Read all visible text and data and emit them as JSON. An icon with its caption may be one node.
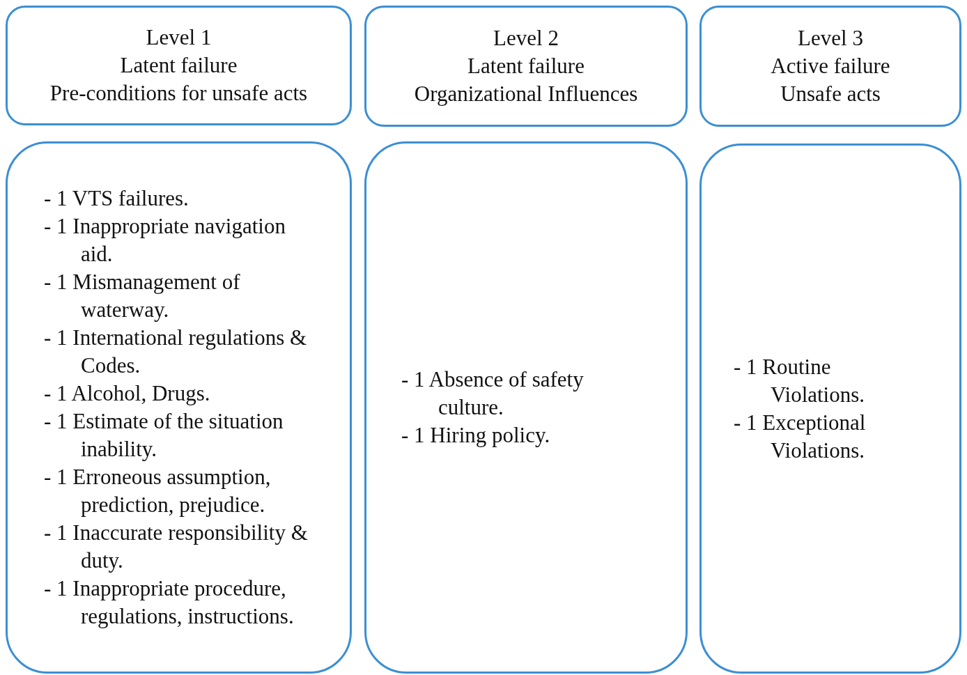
{
  "diagram": {
    "nodes": [
      {
        "text": [
          "Level 1",
          "Latent failure",
          "Pre-conditions for unsafe acts"
        ]
      },
      {
        "text": [
          "Level 2",
          "Latent failure",
          "Organizational Influences"
        ]
      },
      {
        "text": [
          "Level 3",
          "Active failure",
          "Unsafe acts"
        ]
      },
      {
        "text": [
          "- 1 VTS failures.",
          "- 1 Inappropriate navigation aid.",
          "- 1 Mismanagement of waterway.",
          "- 1 International regulations & Codes.",
          "- 1 Alcohol, Drugs.",
          "- 1 Estimate of the situation inability.",
          "- 1 Erroneous assumption, prediction, prejudice.",
          "- 1 Inaccurate responsibility & duty.",
          "- 1 Inappropriate procedure, regulations, instructions."
        ]
      },
      {
        "text": [
          "- 1 Absence of safety culture.",
          "- 1 Hiring policy."
        ]
      },
      {
        "text": [
          "- 1 Routine Violations.",
          "- 1 Exceptional Violations."
        ]
      }
    ],
    "edges": []
  }
}
